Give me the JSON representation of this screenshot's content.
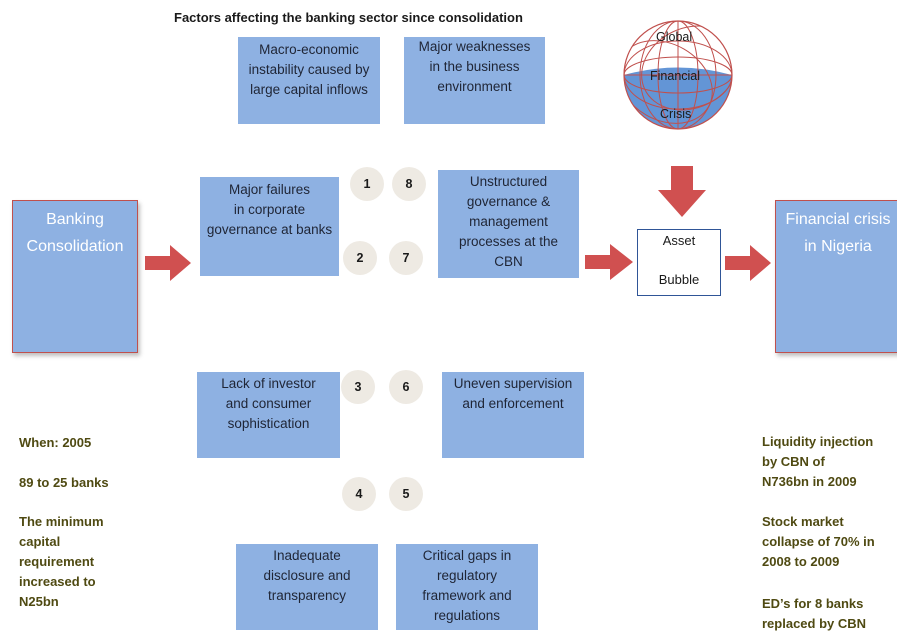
{
  "title": "Factors affecting the banking sector since consolidation",
  "left_box": {
    "label": "Banking\nConsolidation"
  },
  "right_box": {
    "label": "Financial crisis\nin Nigeria"
  },
  "factors": [
    {
      "num": "1",
      "label": "Major failures\nin corporate\ngovernance at banks"
    },
    {
      "num": "2",
      "label": "Major failures\nin corporate\ngovernance at banks"
    },
    {
      "num": "3",
      "label": "Lack of investor\nand consumer\nsophistication"
    },
    {
      "num": "4",
      "label": "Inadequate\ndisclosure and\ntransparency"
    },
    {
      "num": "5",
      "label": "Critical gaps in\nregulatory\nframework and\nregulations"
    },
    {
      "num": "6",
      "label": "Uneven supervision\nand enforcement"
    },
    {
      "num": "7",
      "label": "Unstructured\ngovernance &\nmanagement\nprocesses at the\nCBN"
    },
    {
      "num": "8",
      "label": "Unstructured\ngovernance &\nmanagement\nprocesses at the\nCBN"
    }
  ],
  "top_boxes": {
    "macro": "Macro-economic\ninstability caused by\nlarge capital inflows",
    "weak": "Major weaknesses\nin the business\nenvironment"
  },
  "mid_boxes": {
    "corporate": "Major failures\nin corporate\ngovernance at banks",
    "cbn": "Unstructured\ngovernance &\nmanagement\nprocesses at the\nCBN"
  },
  "lower_boxes": {
    "investor": "Lack of investor\nand consumer\nsophistication",
    "supervision": "Uneven supervision\nand enforcement"
  },
  "bottom_boxes": {
    "disclosure": "Inadequate\ndisclosure and\ntransparency",
    "gaps": "Critical gaps in\nregulatory\nframework and\nregulations"
  },
  "numbers": {
    "n1": "1",
    "n2": "2",
    "n3": "3",
    "n4": "4",
    "n5": "5",
    "n6": "6",
    "n7": "7",
    "n8": "8"
  },
  "globe": {
    "line1": "Global",
    "line2": "Financial",
    "line3": "Crisis"
  },
  "asset_bubble": {
    "line1": "Asset",
    "line2": "Bubble"
  },
  "left_notes": {
    "when": "When: 2005",
    "banks": "89 to 25 banks",
    "capital": "The minimum\ncapital\nrequirement\nincreased to\nN25bn"
  },
  "right_notes": {
    "liquidity": "Liquidity injection\nby CBN of\nN736bn in 2009",
    "stock": "Stock market\ncollapse of 70% in\n2008 to 2009",
    "eds": "ED’s for 8 banks\nreplaced by CBN"
  },
  "colors": {
    "box_fill": "#8eb1e2",
    "arrow": "#d05050",
    "note_text": "#4f4a12",
    "globe_fill": "#5b8fd4",
    "globe_lines": "#c0504d"
  }
}
